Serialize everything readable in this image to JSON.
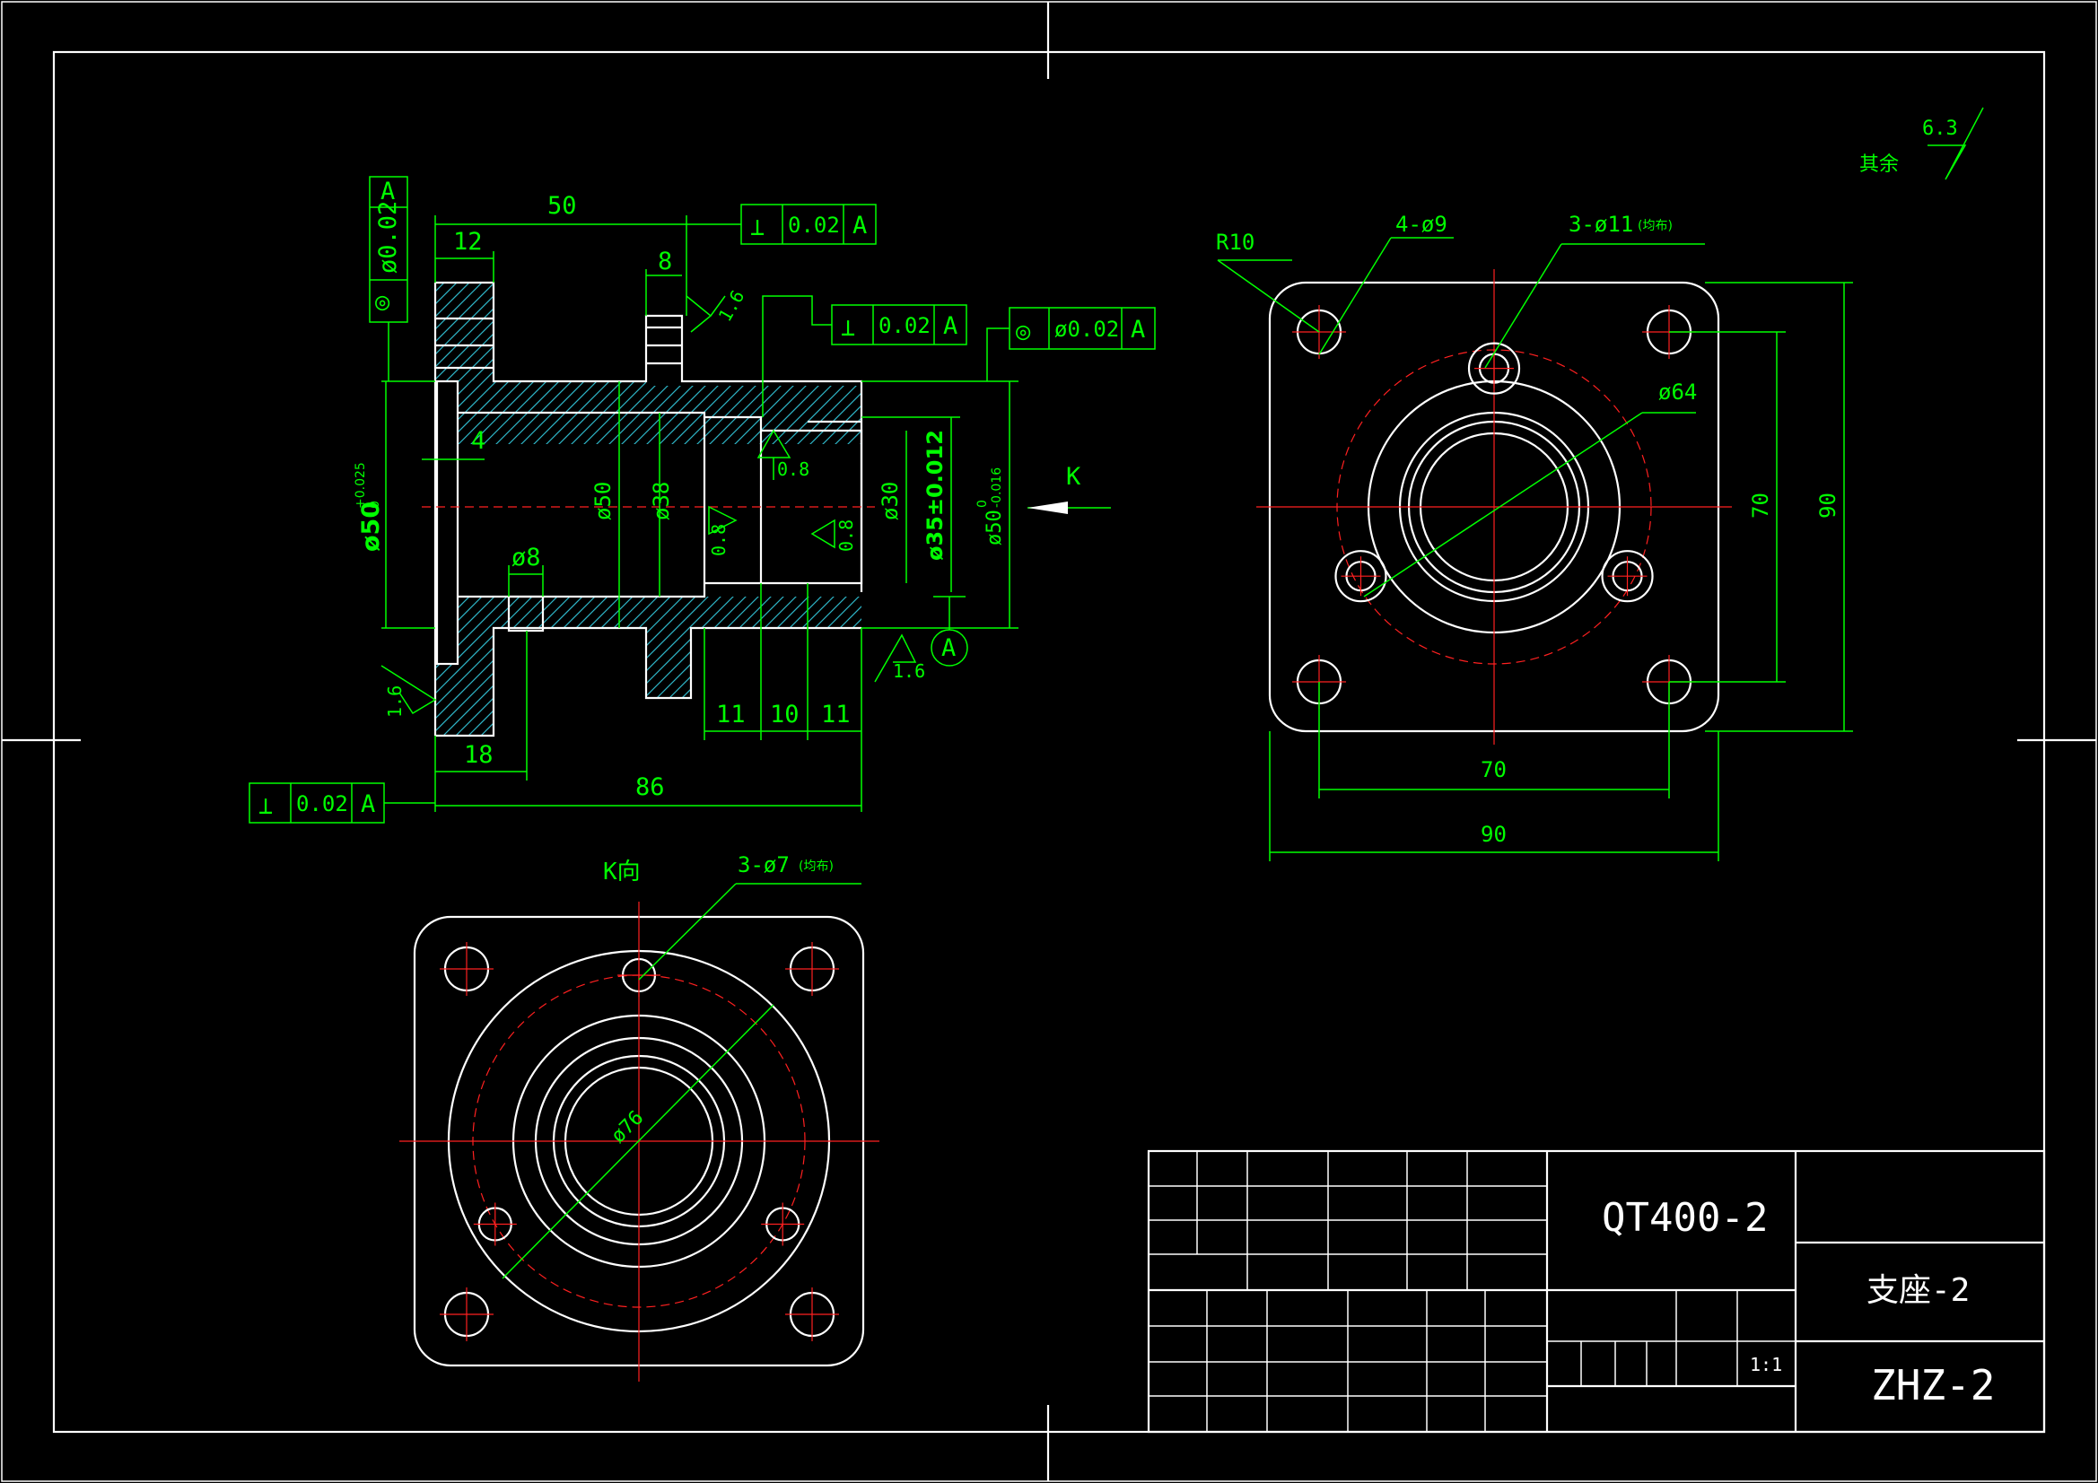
{
  "dimensions": {
    "overall_length": "86",
    "flange_to_shoulder": "50",
    "flange_thickness": "12",
    "collar_width": "8",
    "inner_step": "4",
    "hole_d8": "ø8",
    "flange_offset": "18",
    "seg_a": "11",
    "seg_b": "10",
    "seg_c": "11",
    "dia_50_tol_left": "ø50",
    "dia_50_tol_left_sup": "+0.025",
    "dia_50_tol_left_sub": "0",
    "dia_50_inner": "ø50",
    "dia_38": "ø38",
    "dia_30": "ø30",
    "dia_35": "ø35±0.012",
    "dia_50_right": "ø50",
    "dia_50_right_sup": "0",
    "dia_50_right_sub": "-0.016",
    "right_r10": "R10",
    "right_4xd9": "4-ø9",
    "right_3xd11": "3-ø11",
    "right_3xd11_note": "(均布)",
    "right_d64": "ø64",
    "right_70v": "70",
    "right_90v": "90",
    "right_70h": "70",
    "right_90h": "90",
    "k_view_label": "K向",
    "k_3xd7": "3-ø7",
    "k_3xd7_note": "(均布)",
    "k_d76": "ø76",
    "view_arrow_k": "K",
    "datum_a": "A"
  },
  "tolerances": {
    "left_coax": {
      "symbol": "◎",
      "value": "ø0.02",
      "datum": "A"
    },
    "top_perp": {
      "symbol": "⊥",
      "value": "0.02",
      "datum": "A"
    },
    "mid_perp": {
      "symbol": "⊥",
      "value": "0.02",
      "datum": "A"
    },
    "right_coax": {
      "symbol": "◎",
      "value": "ø0.02",
      "datum": "A"
    },
    "bottom_perp": {
      "symbol": "⊥",
      "value": "0.02",
      "datum": "A"
    }
  },
  "roughness": {
    "top_collar": "1.6",
    "inner_a": "0.8",
    "inner_b": "0.8",
    "inner_c": "0.8",
    "bottom_right": "1.6",
    "bottom_left": "1.6",
    "general_label": "其余",
    "general_value": "6.3"
  },
  "title_block": {
    "material": "QT400-2",
    "part_name": "支座-2",
    "drawing_no": "ZHZ-2",
    "scale": "1:1"
  },
  "colors": {
    "background": "#000000",
    "outline": "#ffffff",
    "dimension": "#00ff00",
    "centerline": "#ff2020",
    "hatch": "#2fb6c8"
  }
}
